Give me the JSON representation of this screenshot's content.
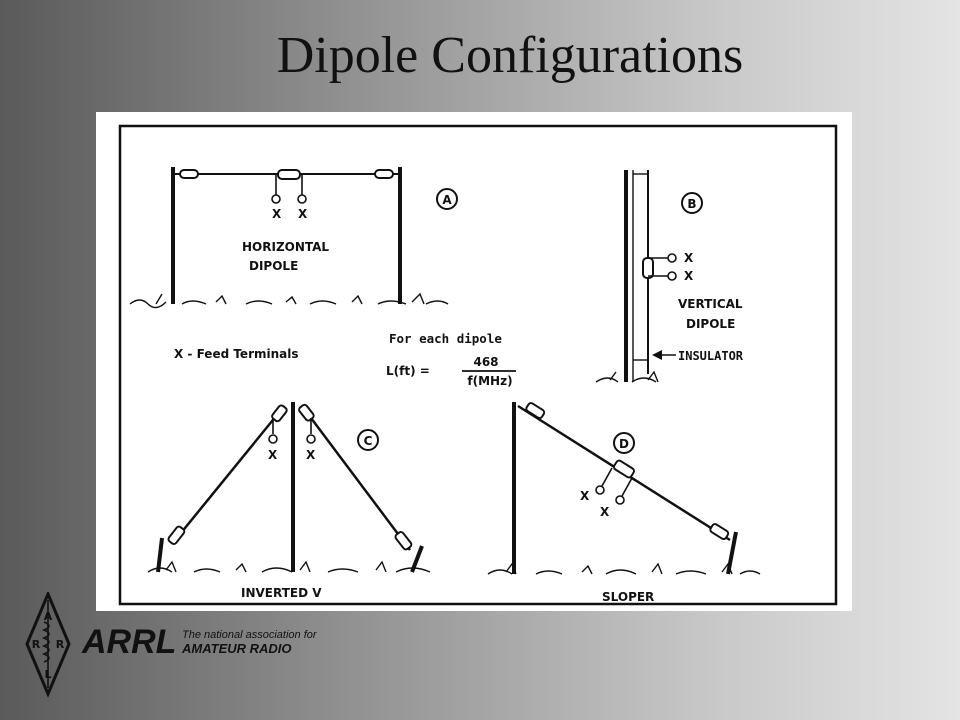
{
  "slide": {
    "title": "Dipole Configurations"
  },
  "figure": {
    "panel_a": {
      "letter": "A",
      "name_line1": "HORIZONTAL",
      "name_line2": "DIPOLE",
      "terminal_left": "X",
      "terminal_right": "X"
    },
    "panel_b": {
      "letter": "B",
      "name_line1": "VERTICAL",
      "name_line2": "DIPOLE",
      "terminal_top": "X",
      "terminal_bottom": "X",
      "insulator_label": "INSULATOR"
    },
    "panel_c": {
      "letter": "C",
      "name": "INVERTED V",
      "terminal_left": "X",
      "terminal_right": "X"
    },
    "panel_d": {
      "letter": "D",
      "name": "SLOPER",
      "terminal_top": "X",
      "terminal_bottom": "X"
    },
    "legend": {
      "feed": "X - Feed Terminals"
    },
    "formula": {
      "heading": "For each dipole",
      "lhs": "L(ft) =",
      "numerator": "468",
      "denominator": "f(MHz)"
    }
  },
  "logo": {
    "diamond_letters": [
      "A",
      "R",
      "R",
      "L"
    ],
    "wordmark": "ARRL",
    "tagline_line1": "The national association for",
    "tagline_line2": "AMATEUR RADIO"
  },
  "colors": {
    "ink": "#111111",
    "panel": "#ffffff",
    "logo_ink": "#111111"
  }
}
